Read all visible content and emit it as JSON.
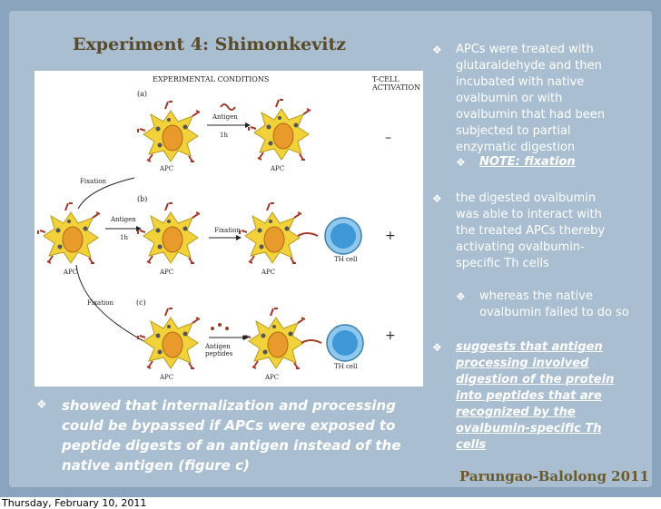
{
  "slide": {
    "title": "Experiment 4: Shimonkevitz",
    "footer": "Parungao-Balolong 2011",
    "date": "Thursday, February 10, 2011"
  },
  "figure": {
    "header_left": "EXPERIMENTAL CONDITIONS",
    "header_right_1": "T-CELL",
    "header_right_2": "ACTIVATION",
    "panel_a": "(a)",
    "panel_b": "(b)",
    "panel_c": "(c)",
    "antigen": "Antigen",
    "time": "1h",
    "apc": "APC",
    "fixation": "Fixation",
    "antigen_peptides_1": "Antigen",
    "antigen_peptides_2": "peptides",
    "th_cell": "TH cell",
    "result_a": "–",
    "result_b": "+",
    "result_c": "+"
  },
  "bullets": [
    {
      "marker": "❖",
      "text": "APCs were treated with glutaraldehyde and then incubated with native ovalbumin or with ovalbumin that had been subjected to partial enzymatic digestion"
    },
    {
      "marker": "❖",
      "text": "NOTE: fixation"
    },
    {
      "marker": "❖",
      "text": "the digested ovalbumin was able to interact with the treated APCs thereby activating ovalbumin-specific Th cells"
    },
    {
      "marker": "❖",
      "text": "whereas the native ovalbumin failed to do so"
    },
    {
      "marker": "❖",
      "text": "suggests that antigen processing involved digestion of the protein into peptides that are recognized by the ovalbumin-specific Th cells"
    }
  ],
  "bottom_bullet": {
    "marker": "❖",
    "text": "showed that internalization and processing could be bypassed if APCs were exposed to peptide digests of an antigen instead of the native antigen (figure c)"
  }
}
